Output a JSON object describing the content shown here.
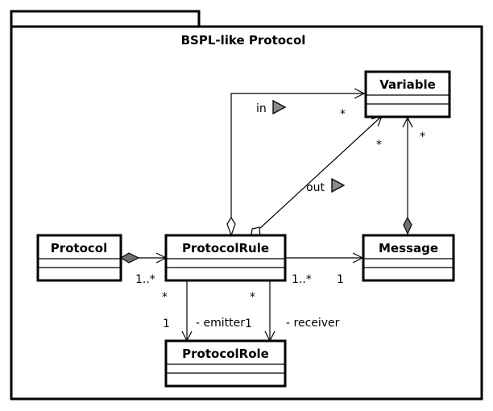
{
  "package": {
    "title": "BSPL-like Protocol"
  },
  "classes": {
    "variable": "Variable",
    "protocol": "Protocol",
    "protocol_rule": "ProtocolRule",
    "message": "Message",
    "protocol_role": "ProtocolRole"
  },
  "associations": {
    "in": {
      "label": "in",
      "target_mult": "*"
    },
    "out": {
      "label": "out",
      "target_mult": "*"
    },
    "message_variable": {
      "target_mult": "*"
    },
    "protocol_rules": {
      "target_mult": "1..*"
    },
    "rule_message": {
      "source_mult": "1..*",
      "target_mult": "1"
    },
    "emitter": {
      "source_mult": "*",
      "target_mult": "1",
      "role": "- emitter"
    },
    "receiver": {
      "source_mult": "*",
      "target_mult": "1",
      "role": "- receiver"
    }
  }
}
